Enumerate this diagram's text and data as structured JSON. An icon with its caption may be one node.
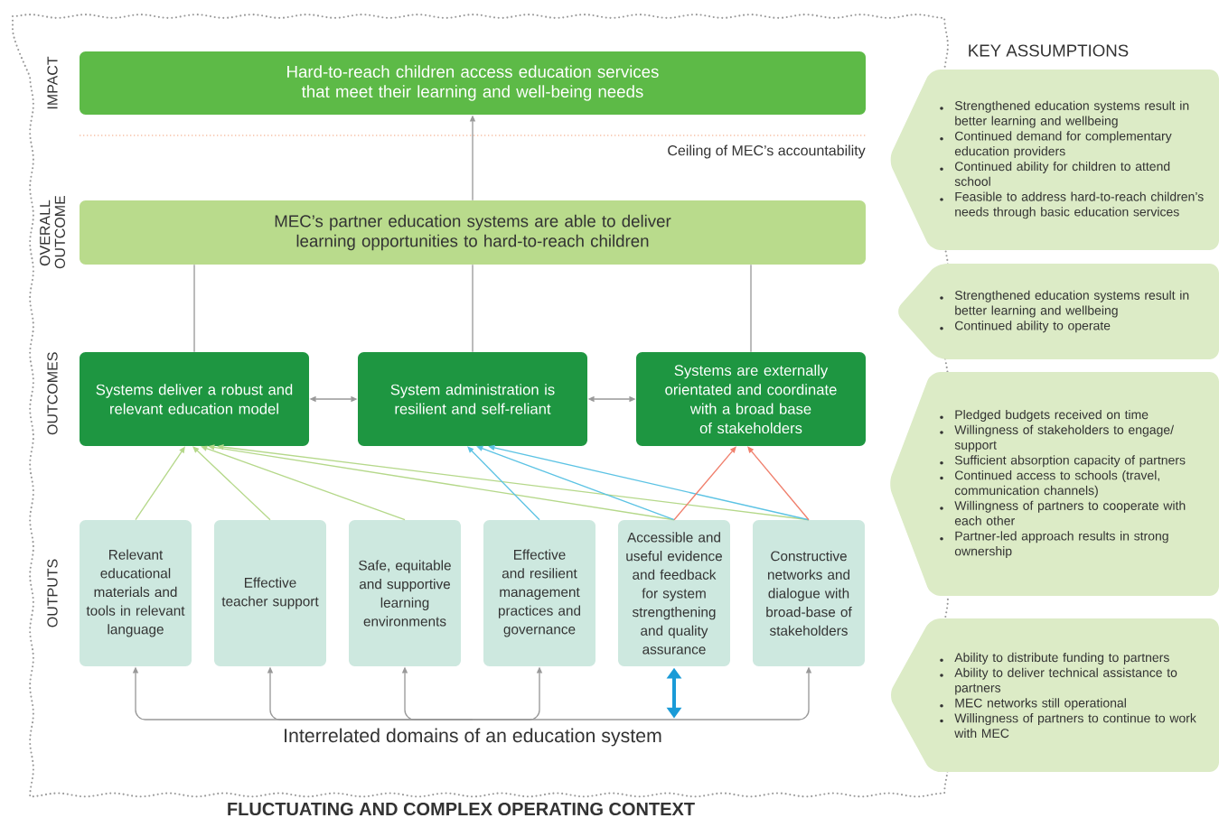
{
  "diagram": {
    "nodes": [
      {
        "text": [
          "Hard-to-reach children access education services that meet their learning and well-being needs"
        ]
      },
      {
        "text": [
          "MEC’s partner education systems are able to deliver learning opportunities to hard-to-reach children"
        ]
      },
      {
        "text": [
          "Systems deliver a robust and relevant education model"
        ]
      },
      {
        "text": [
          "System administration is resilient and self-reliant"
        ]
      },
      {
        "text": [
          "Systems are externally orientated and coordinate with a broad base of stakeholders"
        ]
      },
      {
        "text": [
          "Relevant educational materials and tools in relevant language"
        ]
      },
      {
        "text": [
          "Effective teacher support"
        ]
      },
      {
        "text": [
          "Safe, equitable and supportive learning environments"
        ]
      },
      {
        "text": [
          "Effective and resilient management practices and governance"
        ]
      },
      {
        "text": [
          "Accessible and useful evidence and feedback for system strengthening and quality assurance"
        ]
      },
      {
        "text": [
          "Constructive networks and dialogue with broad-base of stakeholders"
        ]
      },
      {
        "text": [
          "Interrelated domains of an education system"
        ]
      },
      {
        "text": [
          "Strengthened education systems result in better learning and wellbeing",
          "Continued demand for complementary education providers",
          "Continued ability for children to attend school",
          "Feasible to address hard-to-reach children’s needs through basic education services"
        ]
      },
      {
        "text": [
          "Strengthened education systems result in better learning and wellbeing",
          "Continued ability to operate"
        ]
      },
      {
        "text": [
          "Pledged budgets received on time",
          "Willingness of stakeholders to engage/ support",
          "Sufficient absorption capacity of partners",
          "Continued access to schools (travel, communication channels)",
          "Willingness of partners to cooperate with each other",
          "Partner-led approach results in strong ownership"
        ]
      },
      {
        "text": [
          "Ability to distribute funding to partners",
          "Ability to deliver technical assistance to partners",
          "MEC networks still operational",
          "Willingness of partners to continue to work with MEC"
        ]
      }
    ],
    "edges": [
      {
        "from": 1,
        "to": 0,
        "arrow": "to"
      },
      {
        "from": 2,
        "to": 1,
        "arrow": "none"
      },
      {
        "from": 3,
        "to": 1,
        "arrow": "none"
      },
      {
        "from": 4,
        "to": 1,
        "arrow": "none"
      },
      {
        "from": 2,
        "to": 3,
        "arrow": "both"
      },
      {
        "from": 3,
        "to": 4,
        "arrow": "both"
      },
      {
        "from": 5,
        "to": 2,
        "arrow": "to",
        "color": "#b5d88a"
      },
      {
        "from": 6,
        "to": 2,
        "arrow": "to",
        "color": "#b5d88a"
      },
      {
        "from": 7,
        "to": 2,
        "arrow": "to",
        "color": "#b5d88a"
      },
      {
        "from": 9,
        "to": 2,
        "arrow": "to",
        "color": "#b5d88a"
      },
      {
        "from": 10,
        "to": 2,
        "arrow": "to",
        "color": "#b5d88a"
      },
      {
        "from": 8,
        "to": 3,
        "arrow": "to",
        "color": "#5cc3e4"
      },
      {
        "from": 9,
        "to": 3,
        "arrow": "to",
        "color": "#5cc3e4"
      },
      {
        "from": 10,
        "to": 3,
        "arrow": "to",
        "color": "#5cc3e4"
      },
      {
        "from": 9,
        "to": 4,
        "arrow": "to",
        "color": "#f07f6c"
      },
      {
        "from": 10,
        "to": 4,
        "arrow": "to",
        "color": "#f07f6c"
      },
      {
        "from": 11,
        "to": 5,
        "arrow": "to"
      },
      {
        "from": 11,
        "to": 6,
        "arrow": "to"
      },
      {
        "from": 11,
        "to": 7,
        "arrow": "to"
      },
      {
        "from": 11,
        "to": 8,
        "arrow": "to"
      },
      {
        "from": 11,
        "to": 9,
        "arrow": "both",
        "style": "thick",
        "color": "#1a9bd7"
      },
      {
        "from": 11,
        "to": 10,
        "arrow": "to"
      }
    ],
    "labels": [
      "IMPACT",
      "OVERALL OUTCOME",
      "OUTCOMES",
      "OUTPUTS",
      "Ceiling of MEC’s accountability",
      "KEY ASSUMPTIONS",
      "FLUCTUATING AND COMPLEX OPERATING CONTEXT"
    ]
  }
}
